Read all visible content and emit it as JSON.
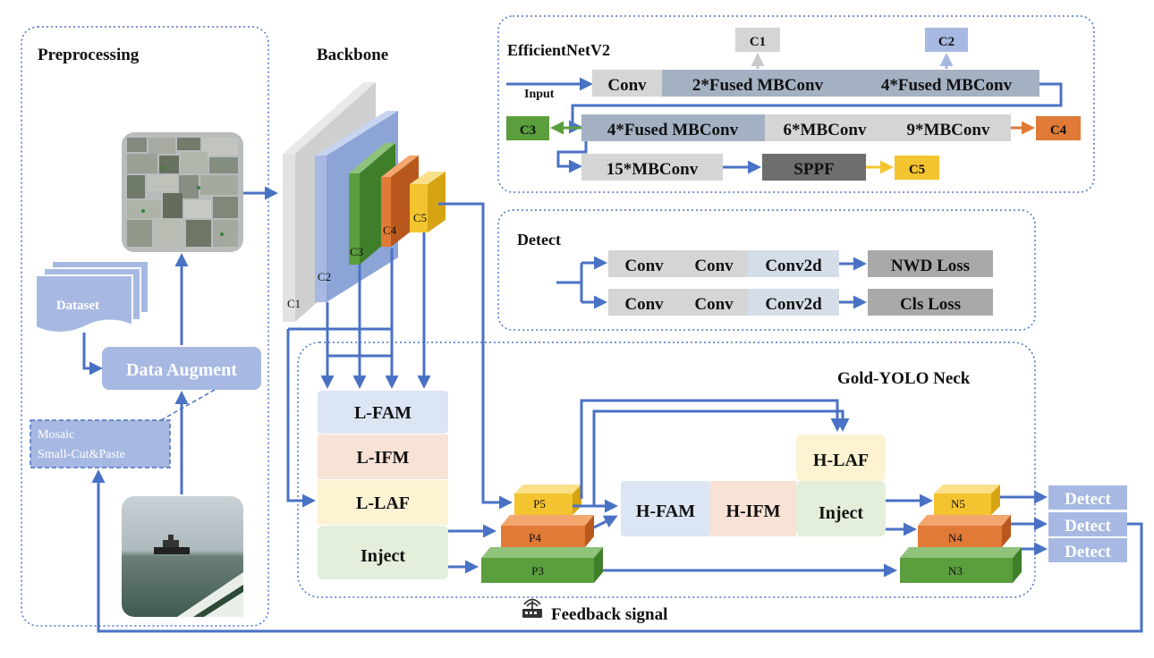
{
  "sections": {
    "preprocessing": "Preprocessing",
    "backbone": "Backbone",
    "efficientnet": "EfficientNetV2",
    "detect_head": "Detect",
    "neck": "Gold-YOLO Neck"
  },
  "preprocessing": {
    "dataset": "Dataset",
    "data_augment": "Data Augment",
    "mosaic": "Mosaic",
    "small_cut_paste": "Small-Cut&Paste"
  },
  "backbone": {
    "c1": "C1",
    "c2": "C2",
    "c3": "C3",
    "c4": "C4",
    "c5": "C5"
  },
  "efficientnet": {
    "input": "Input",
    "conv": "Conv",
    "fused2": "2*Fused MBConv",
    "fused4a": "4*Fused MBConv",
    "fused4b": "4*Fused MBConv",
    "mb6": "6*MBConv",
    "mb9": "9*MBConv",
    "mb15": "15*MBConv",
    "sppf": "SPPF",
    "c1": "C1",
    "c2": "C2",
    "c3": "C3",
    "c4": "C4",
    "c5": "C5"
  },
  "detect_head": {
    "conv": "Conv",
    "conv2d": "Conv2d",
    "nwd_loss": "NWD Loss",
    "cls_loss": "Cls Loss"
  },
  "neck": {
    "lfam": "L-FAM",
    "lifm": "L-IFM",
    "llaf": "L-LAF",
    "inject": "Inject",
    "hfam": "H-FAM",
    "hifm": "H-IFM",
    "hlaf": "H-LAF",
    "p5": "P5",
    "p4": "P4",
    "p3": "P3",
    "n5": "N5",
    "n4": "N4",
    "n3": "N3",
    "detect": "Detect"
  },
  "feedback": "Feedback signal",
  "colors": {
    "arrow": "#4a72c4",
    "dotted_border": "#4a72c4",
    "grey_block": "#d5d5d5",
    "slate_block": "#a4b1c3",
    "dark_block": "#6e6e6e",
    "green": "#5a9e3e",
    "orange": "#e07a36",
    "yellow": "#f4c430",
    "light_blue": "#a7b9e2",
    "pale_blue": "#dbe5f3",
    "pale_peach": "#f8e2d6",
    "pale_yellow": "#fdf3d2",
    "pale_green": "#e3efda"
  }
}
